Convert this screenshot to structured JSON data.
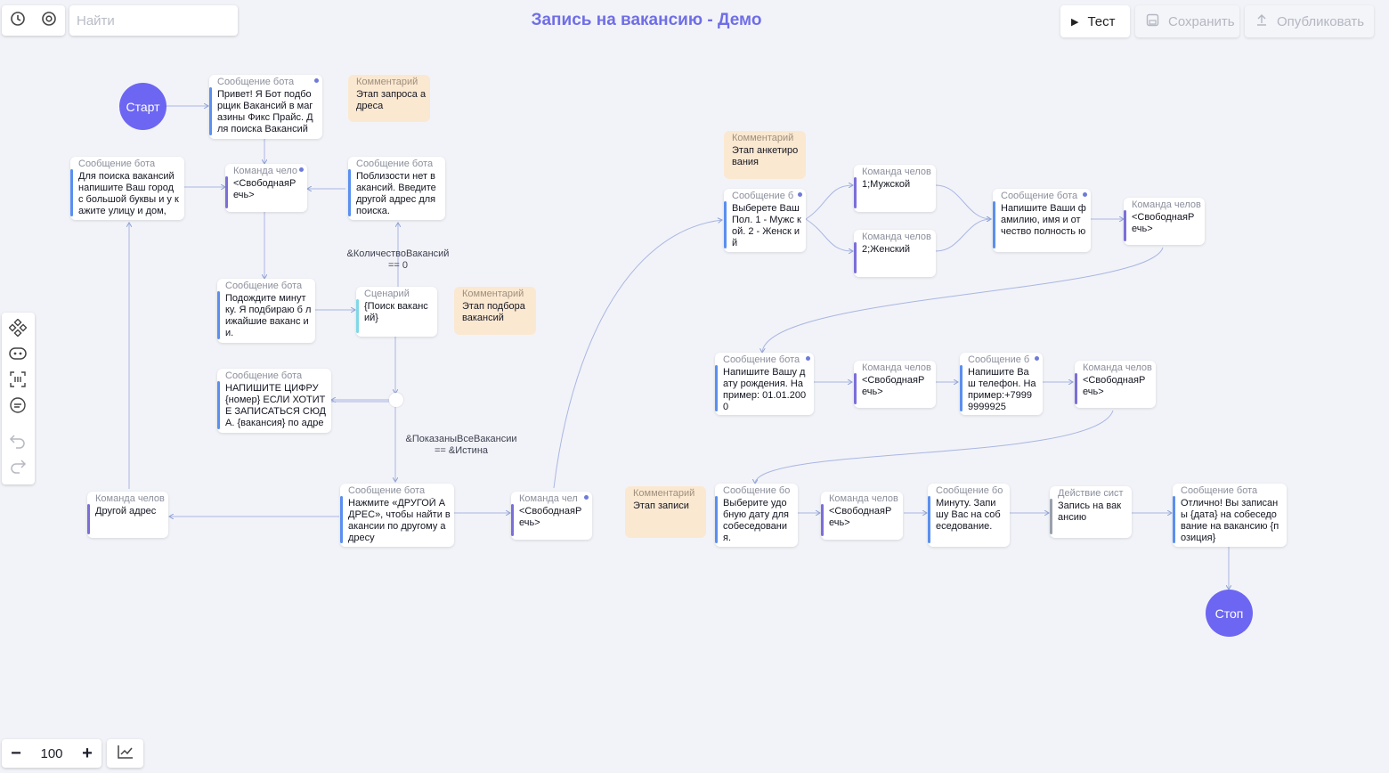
{
  "header": {
    "title": "Запись на вакансию - Демо",
    "search_placeholder": "Найти",
    "test_label": "Тест",
    "save_label": "Сохранить",
    "publish_label": "Опубликовать",
    "history_icon": "clock-icon",
    "settings_icon": "target-icon"
  },
  "colors": {
    "accent": "#6c66f2",
    "title": "#6f6ee6",
    "bot_bar": "#5b8ff0",
    "command_bar": "#7b6fd8",
    "scenario_bar": "#7fd8e6",
    "action_bar": "#9aa0ad",
    "comment_bg": "#fbe8d1"
  },
  "flow": {
    "start_label": "Старт",
    "stop_label": "Стоп",
    "nodes": {
      "n1": {
        "header": "Сообщение бота",
        "text": "Привет! Я Бот подбо рщик Вакансий в маг азины Фикс Прайс. Д ля поиска Вакансий"
      },
      "c1": {
        "header": "Комментарий",
        "text": "Этап запроса адреса"
      },
      "n2": {
        "header": "Сообщение бота",
        "text": "Для поиска вакансий напишите Ваш город с большой буквы и у кажите улицу и дом,"
      },
      "n3": {
        "header": "Команда чело",
        "text": "<СвободнаяР ечь>"
      },
      "n4": {
        "header": "Сообщение бота",
        "text": "Поблизости нет в акансий. Введите другой адрес для поиска."
      },
      "n5": {
        "header": "Сообщение бота",
        "text": "Подождите минут ку. Я подбираю б лижайшие ваканс ии."
      },
      "n6": {
        "header": "Сценарий",
        "text": "{Поиск ваканс ий}"
      },
      "c2": {
        "header": "Комментарий",
        "text": "Этап подбора вакансий"
      },
      "n7": {
        "header": "Сообщение бота",
        "text": "НАПИШИТЕ ЦИФРУ {номер} ЕСЛИ ХОТИТ Е ЗАПИСАТЬСЯ СЮД А. {вакансия} по адре"
      },
      "n8": {
        "header": "Команда челов",
        "text": "Другой адрес"
      },
      "n9": {
        "header": "Сообщение бота",
        "text": "Нажмите «ДРУГОЙ А ДРЕС», чтобы найти вакансии по другому адресу"
      },
      "n10": {
        "header": "Команда чел",
        "text": "<СвободнаяР ечь>"
      },
      "c3": {
        "header": "Комментарий",
        "text": "Этап анкетиро вания"
      },
      "n11": {
        "header": "Сообщение б",
        "text": "Выберете Ваш Пол. 1 - Мужс кой. 2 - Женск ий"
      },
      "n12": {
        "header": "Команда челов",
        "text": "1;Мужской"
      },
      "n13": {
        "header": "Команда челов",
        "text": "2;Женский"
      },
      "n14": {
        "header": "Сообщение бота",
        "text": "Напишите Ваши ф амилию, имя и от чество полность ю"
      },
      "n15": {
        "header": "Команда челов",
        "text": "<СвободнаяР ечь>"
      },
      "n16": {
        "header": "Сообщение бота",
        "text": "Напишите Вашу д ату рождения. На пример: 01.01.200 0"
      },
      "n17": {
        "header": "Команда челов",
        "text": "<СвободнаяР ечь>"
      },
      "n18": {
        "header": "Сообщение б",
        "text": "Напишите Ва ш телефон. На пример:+7999 9999925"
      },
      "n19": {
        "header": "Команда челов",
        "text": "<СвободнаяР ечь>"
      },
      "c4": {
        "header": "Комментарий",
        "text": "Этап записи"
      },
      "n20": {
        "header": "Сообщение бо",
        "text": "Выберите удо бную дату для собеседовани я."
      },
      "n21": {
        "header": "Команда челов",
        "text": "<СвободнаяР ечь>"
      },
      "n22": {
        "header": "Сообщение бо",
        "text": "Минуту. Запи шу Вас на соб еседование."
      },
      "n23": {
        "header": "Действие сист",
        "text": "Запись на вак ансию"
      },
      "n24": {
        "header": "Сообщение бота",
        "text": "Отлично! Вы записан ы {дата} на собеседо вание на вакансию {п озиция}"
      }
    },
    "edge_labels": {
      "e1": "&КоличествоВакансий\n== 0",
      "e2": "&ПоказаныВсеВакансии\n== &Истина"
    }
  },
  "zoom": {
    "minus": "−",
    "value": "100",
    "plus": "+"
  }
}
